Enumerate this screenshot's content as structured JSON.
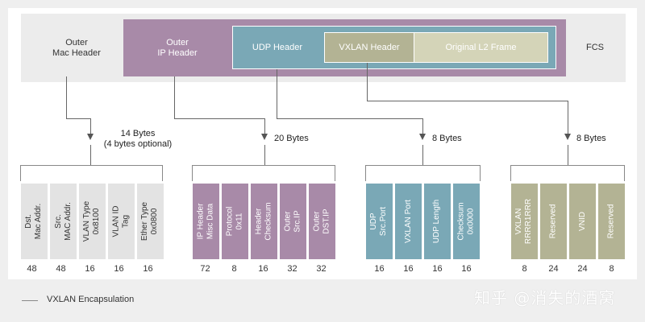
{
  "top": {
    "outer_mac": "Outer\nMac Header",
    "outer_ip": "Outer\nIP Header",
    "udp_header": "UDP Header",
    "vxlan_header": "VXLAN Header",
    "l2_frame": "Original L2 Frame",
    "fcs": "FCS"
  },
  "groups": [
    {
      "bytes_label": "14 Bytes\n(4 bytes optional)",
      "color": "#e3e3e3",
      "text_color": "#333333",
      "fields": [
        {
          "label": "Dst.\nMac Addr.",
          "bits": "48"
        },
        {
          "label": "Src.\nMAC Addr.",
          "bits": "48"
        },
        {
          "label": "VLAN Type\n0x8100",
          "bits": "16"
        },
        {
          "label": "VLAN ID\nTag",
          "bits": "16"
        },
        {
          "label": "Ether Type\n0x0800",
          "bits": "16"
        }
      ]
    },
    {
      "bytes_label": "20 Bytes",
      "color": "#a88aa8",
      "text_color": "#ffffff",
      "fields": [
        {
          "label": "IP Header\nMisc Data",
          "bits": "72"
        },
        {
          "label": "Protocol\n0x11",
          "bits": "8"
        },
        {
          "label": "Header\nChecksum",
          "bits": "16"
        },
        {
          "label": "Outer\nSrc.IP",
          "bits": "32"
        },
        {
          "label": "Outer\nDST.IP",
          "bits": "32"
        }
      ]
    },
    {
      "bytes_label": "8 Bytes",
      "color": "#7aa8b6",
      "text_color": "#ffffff",
      "fields": [
        {
          "label": "UDP\nSrc.Port",
          "bits": "16"
        },
        {
          "label": "VXLAN Port",
          "bits": "16"
        },
        {
          "label": "UDP Length",
          "bits": "16"
        },
        {
          "label": "Checksum\n0x0000",
          "bits": "16"
        }
      ]
    },
    {
      "bytes_label": "8 Bytes",
      "color": "#b3b394",
      "text_color": "#ffffff",
      "fields": [
        {
          "label": "VXLAN\nRRRR1RRR",
          "bits": "8"
        },
        {
          "label": "Reserved",
          "bits": "24"
        },
        {
          "label": "VNID",
          "bits": "24"
        },
        {
          "label": "Reserved",
          "bits": "8"
        }
      ]
    }
  ],
  "legend": {
    "text": "VXLAN Encapsulation"
  },
  "watermark": "知乎 @消失的酒窝"
}
